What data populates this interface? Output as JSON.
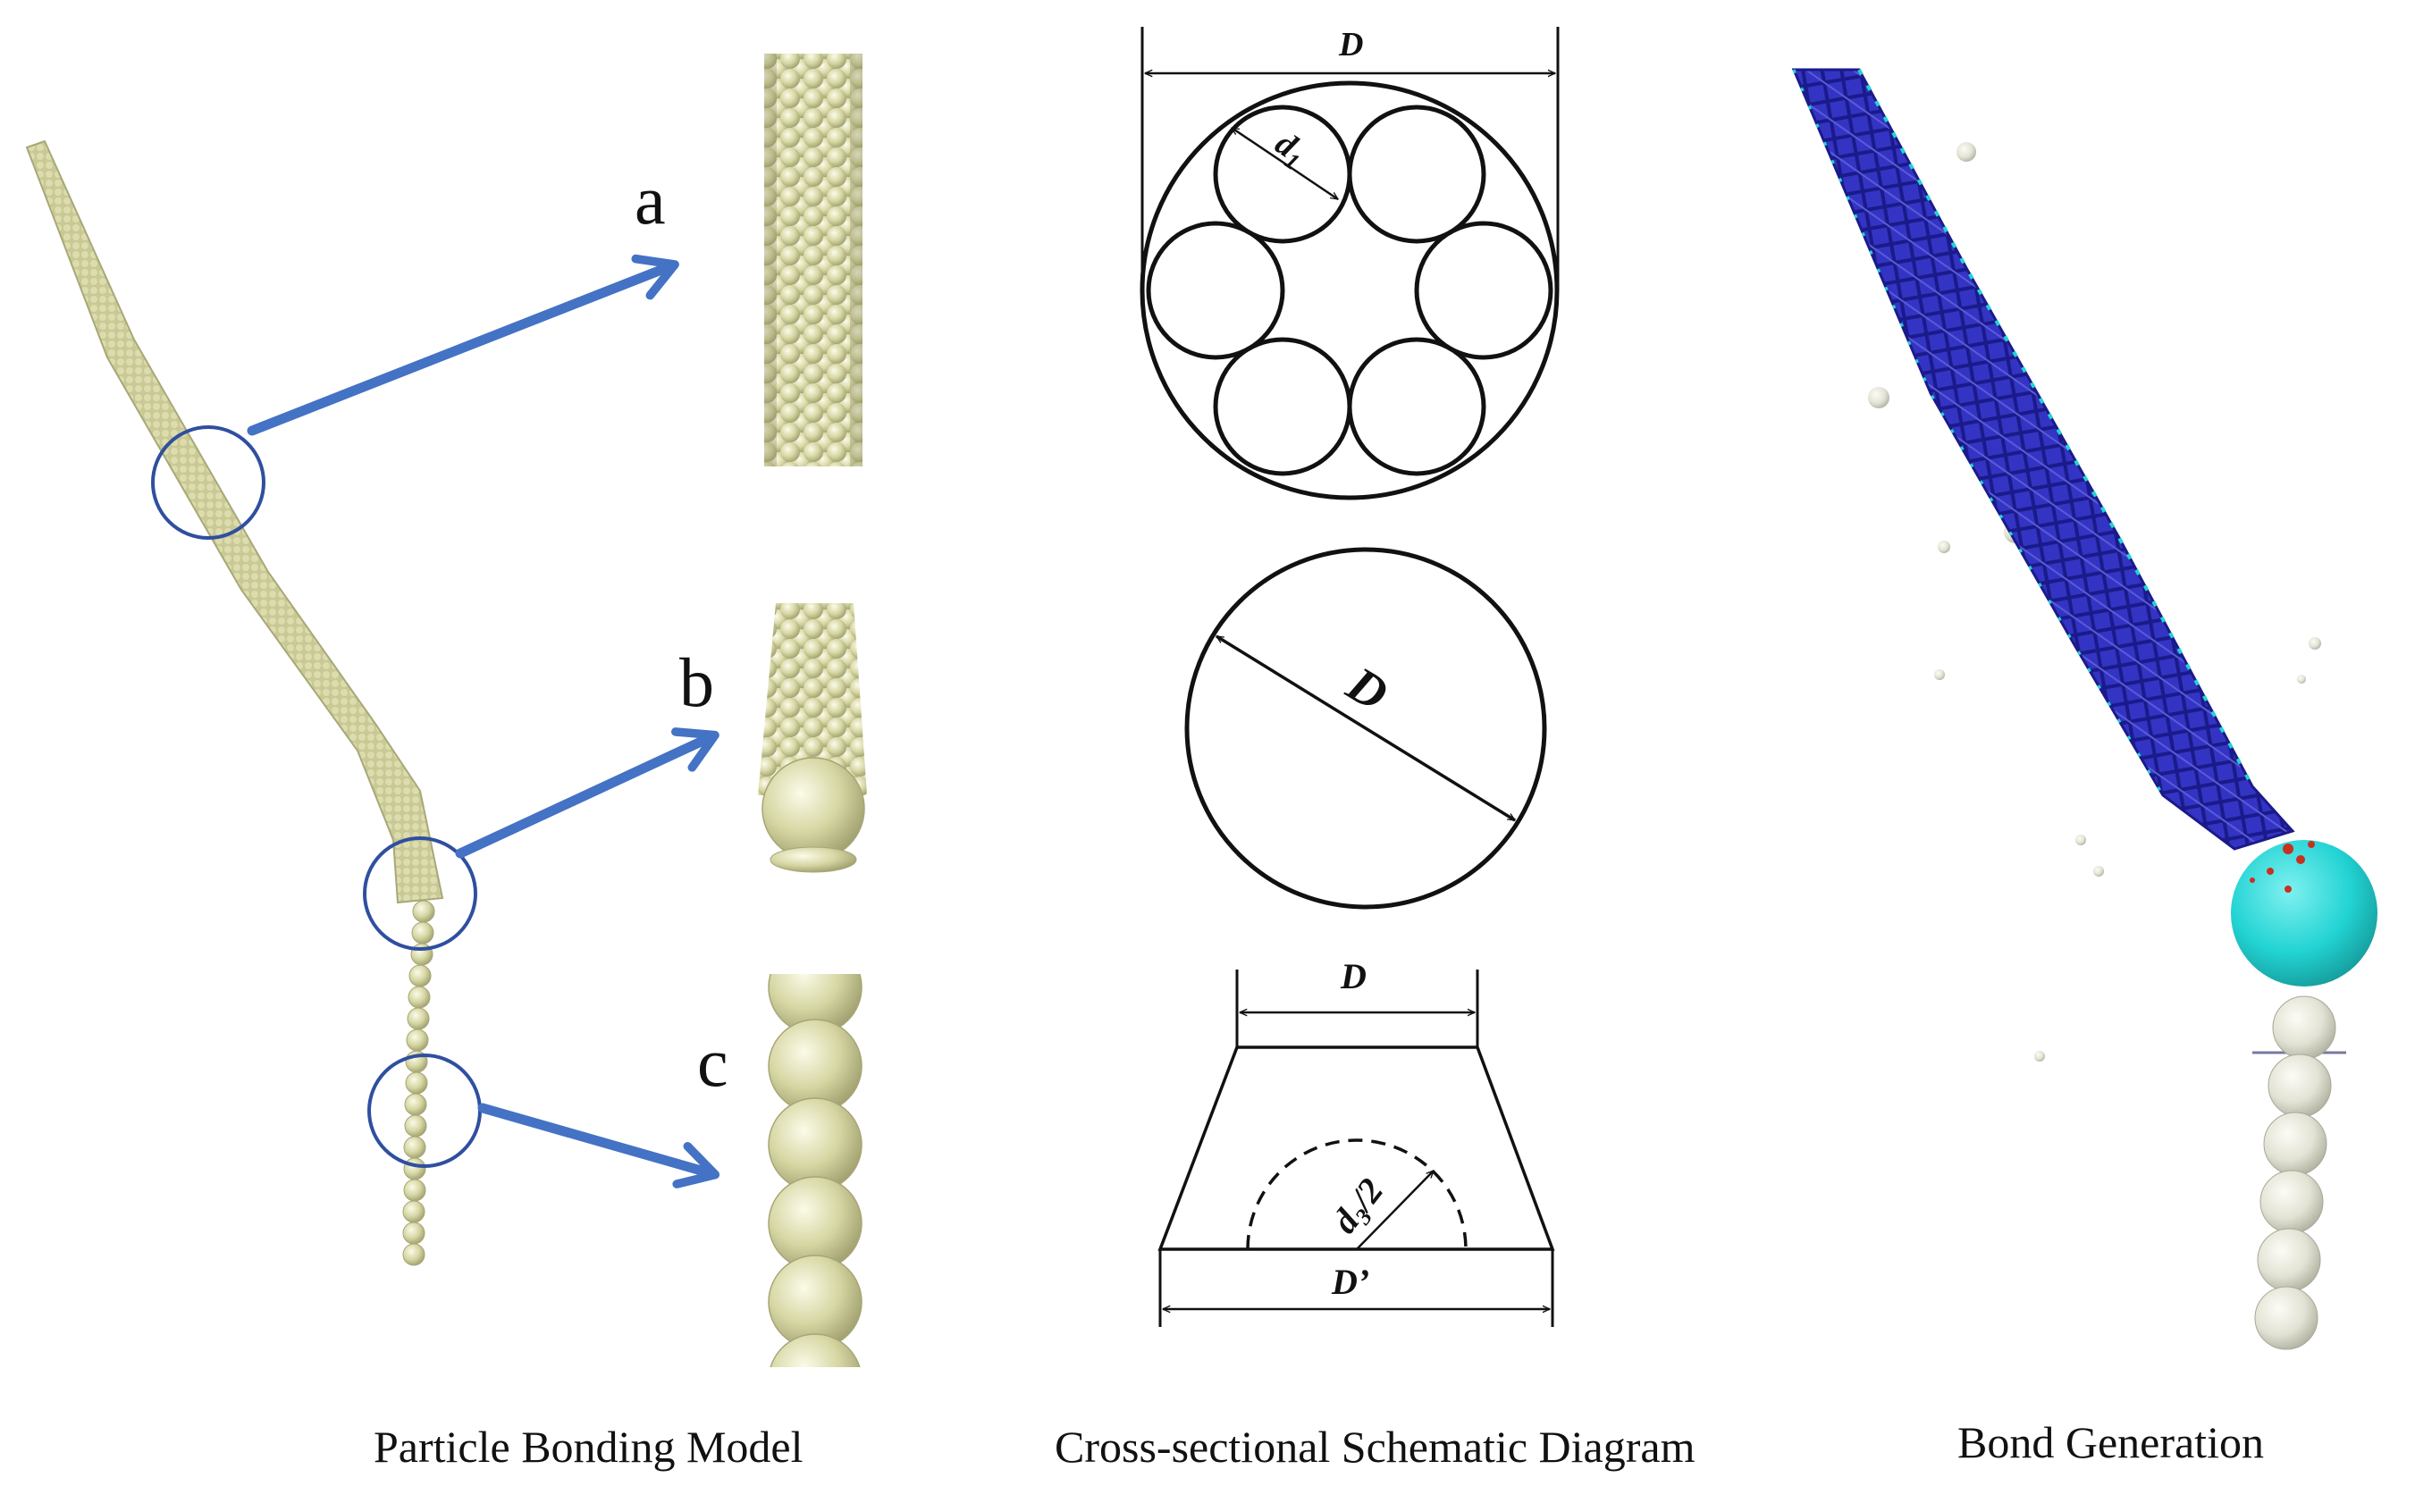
{
  "captions": {
    "left": "Particle Bonding Model",
    "middle": "Cross-sectional Schematic Diagram",
    "right": "Bond Generation"
  },
  "panel_labels": {
    "a": "a",
    "b": "b",
    "c": "c"
  },
  "dimension_labels": {
    "top_outer_diameter": "D",
    "top_strand_diameter": "d1",
    "middle_diameter": "D",
    "bottom_top_width": "D",
    "bottom_radius": "d3/2",
    "bottom_base_width": "D’"
  },
  "colors": {
    "particle": "#d6d6a3",
    "particle_stroke": "#a6a676",
    "callout": "#4472c4",
    "circle_marker": "#2f4f9f",
    "bond_blue": "#2a2ab8",
    "bond_cyan": "#22d3d3",
    "bond_red": "#c83020",
    "sphere_white": "#e2e2d4"
  }
}
